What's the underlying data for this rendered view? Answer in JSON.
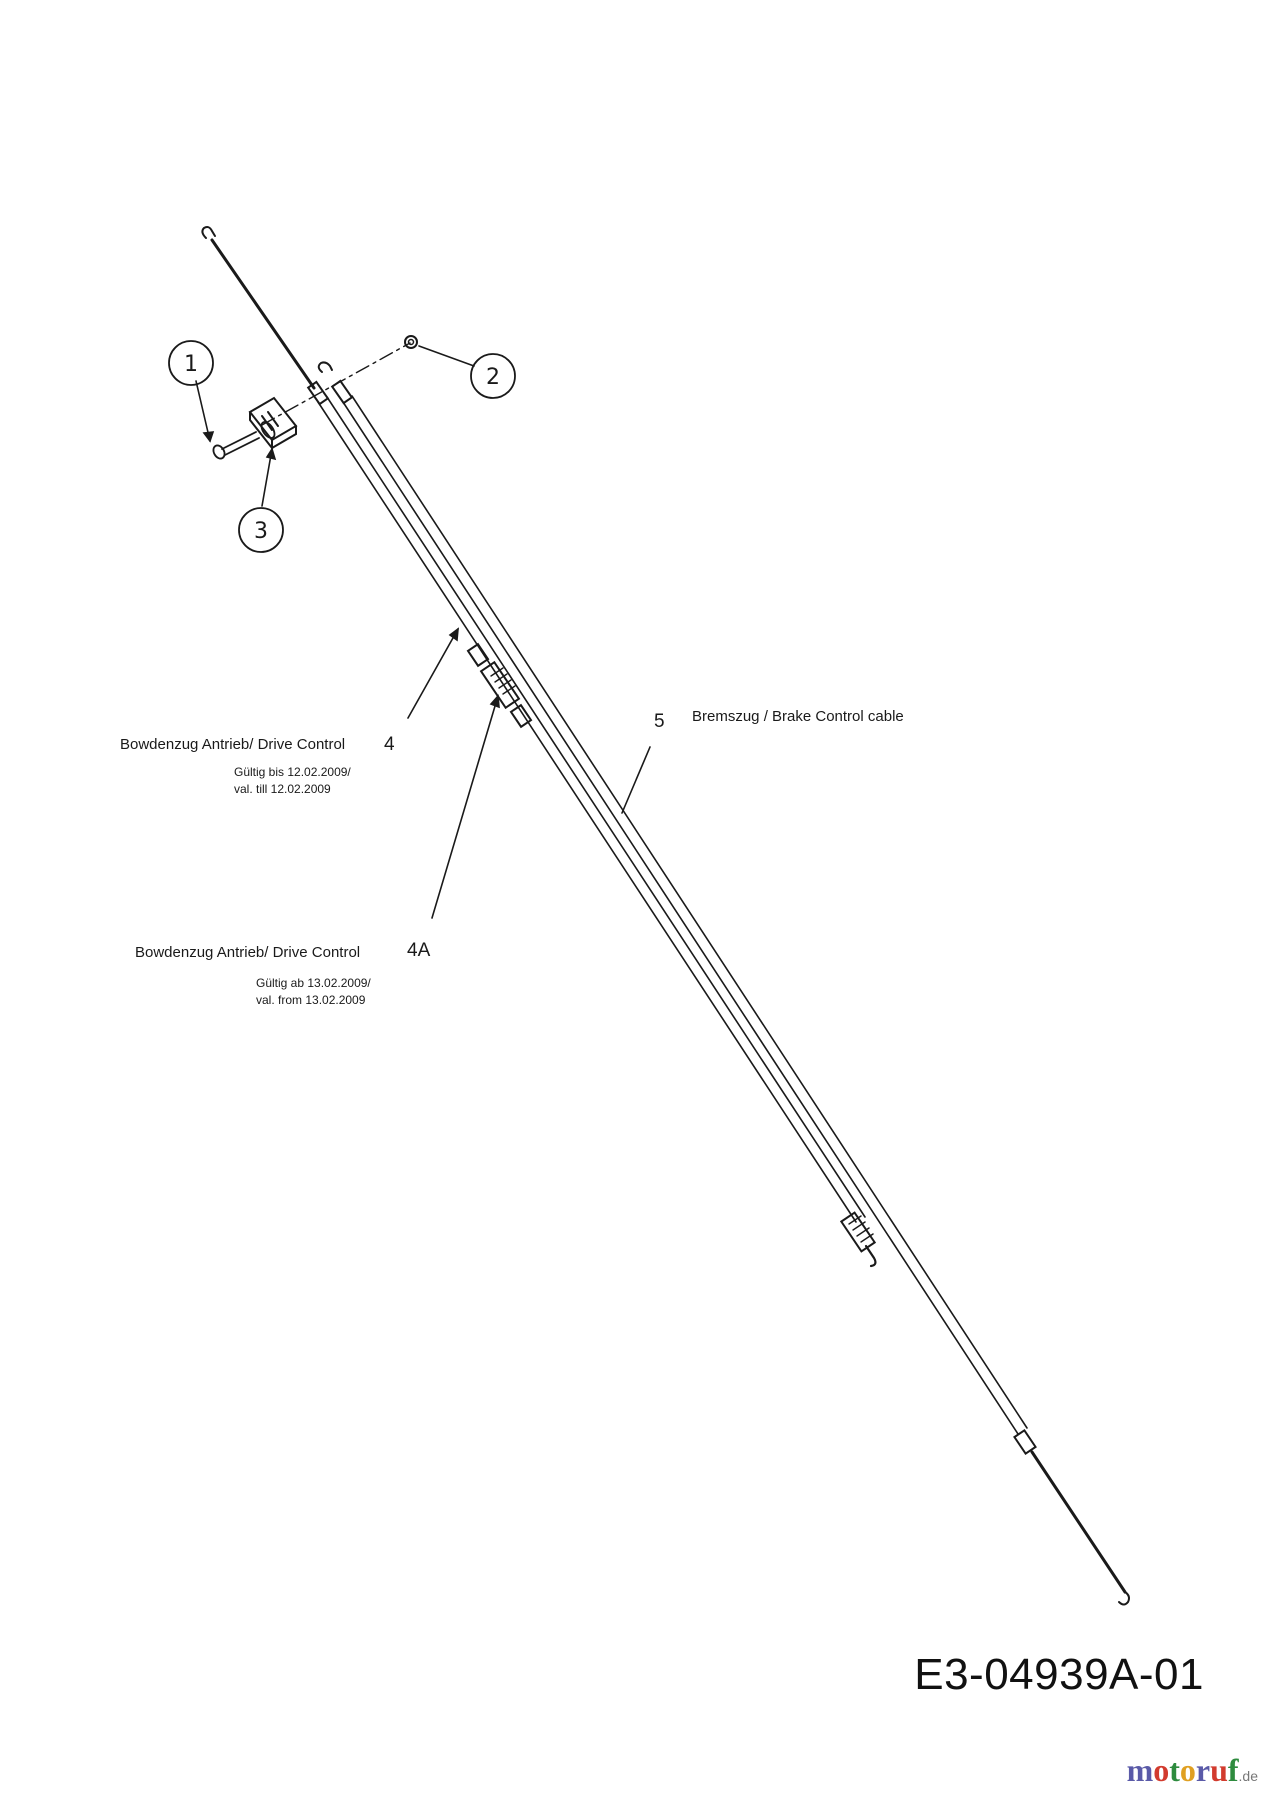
{
  "callouts": {
    "c1": "1",
    "c2": "2",
    "c3": "3"
  },
  "parts": {
    "p4": {
      "num": "4",
      "label": "Bowdenzug Antrieb/ Drive Control",
      "note_de": "Gültig bis 12.02.2009/",
      "note_en": "val. till 12.02.2009"
    },
    "p4a": {
      "num": "4A",
      "label": "Bowdenzug Antrieb/ Drive Control",
      "note_de": "Gültig ab 13.02.2009/",
      "note_en": "val. from 13.02.2009"
    },
    "p5": {
      "num": "5",
      "label": "Bremszug / Brake Control cable"
    }
  },
  "drawing_id": "E3-04939A-01",
  "watermark": {
    "letters": [
      "m",
      "o",
      "t",
      "o",
      "r",
      "u",
      "f"
    ],
    "colors": [
      "#5a5aa8",
      "#d23b2e",
      "#2e8b3e",
      "#e0a021",
      "#5a5aa8",
      "#d23b2e",
      "#2e8b3e"
    ],
    "domain": ".de"
  }
}
